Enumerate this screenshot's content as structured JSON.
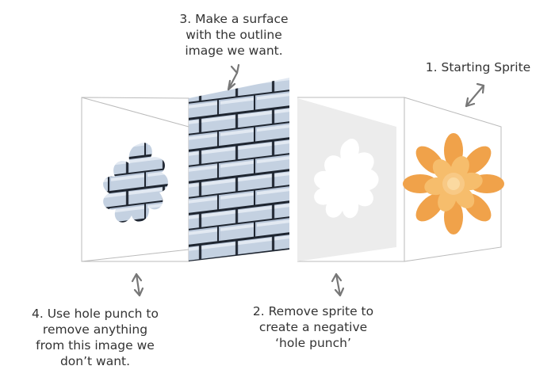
{
  "labels": {
    "step3": [
      "3. Make a surface",
      "with the outline",
      "image we want."
    ],
    "step1": [
      "1. Starting Sprite"
    ],
    "step2": [
      "2. Remove sprite to",
      "create a negative",
      "‘hole punch’"
    ],
    "step4": [
      "4. Use hole punch to",
      "remove anything",
      "from this image we",
      "don’t want."
    ]
  },
  "colors": {
    "frame_lines": "#bbbbbb",
    "arrows": "#777777",
    "text": "#333333",
    "brick_face": "#b7c5d8",
    "brick_highlight": "#e2e9f2",
    "brick_shadow": "#1e2530",
    "mask_panel": "#ececec",
    "sprite_outer": "#f0a24a",
    "sprite_inner": "#f6bd6c",
    "sprite_core": "#fbd9a0"
  },
  "icons": [
    "arrow-icon",
    "flower-sprite-icon",
    "brick-texture-icon",
    "hole-punch-mask-icon"
  ]
}
